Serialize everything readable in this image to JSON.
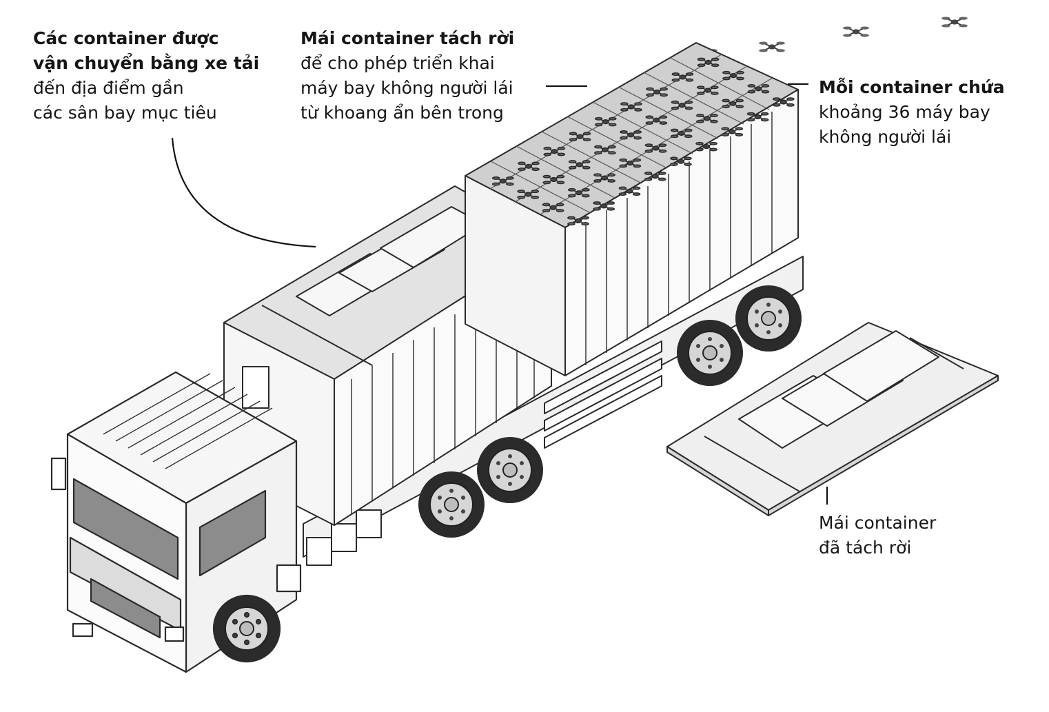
{
  "labels": {
    "trucks": {
      "bold": [
        "Các container được",
        "vận chuyển bằng xe tải"
      ],
      "regular": [
        "đến địa điểm gần",
        "các sân bay mục tiêu"
      ]
    },
    "roof_detach": {
      "bold": [
        "Mái container tách rời"
      ],
      "regular": [
        "để cho phép triển khai",
        "máy bay không người lái",
        "từ khoang ẩn bên trong"
      ]
    },
    "per_container": {
      "bold": [
        "Mỗi container chứa"
      ],
      "regular": [
        "khoảng 36 máy bay",
        "không người lái"
      ]
    },
    "detached_roof": {
      "bold": [],
      "regular": [
        "Mái container",
        "đã tách rời"
      ]
    }
  },
  "colors": {
    "line": "#2a2a2a",
    "fill_light": "#f4f4f4",
    "fill_mid": "#dedede",
    "fill_dark": "#8c8c8c",
    "tire": "#2b2b2b",
    "hub": "#d6d6d6"
  },
  "drones": {
    "count_in_container": 36,
    "rows": 4,
    "cols": 9,
    "flying_count": 4,
    "icon": "quadcopter-drone-icon"
  }
}
